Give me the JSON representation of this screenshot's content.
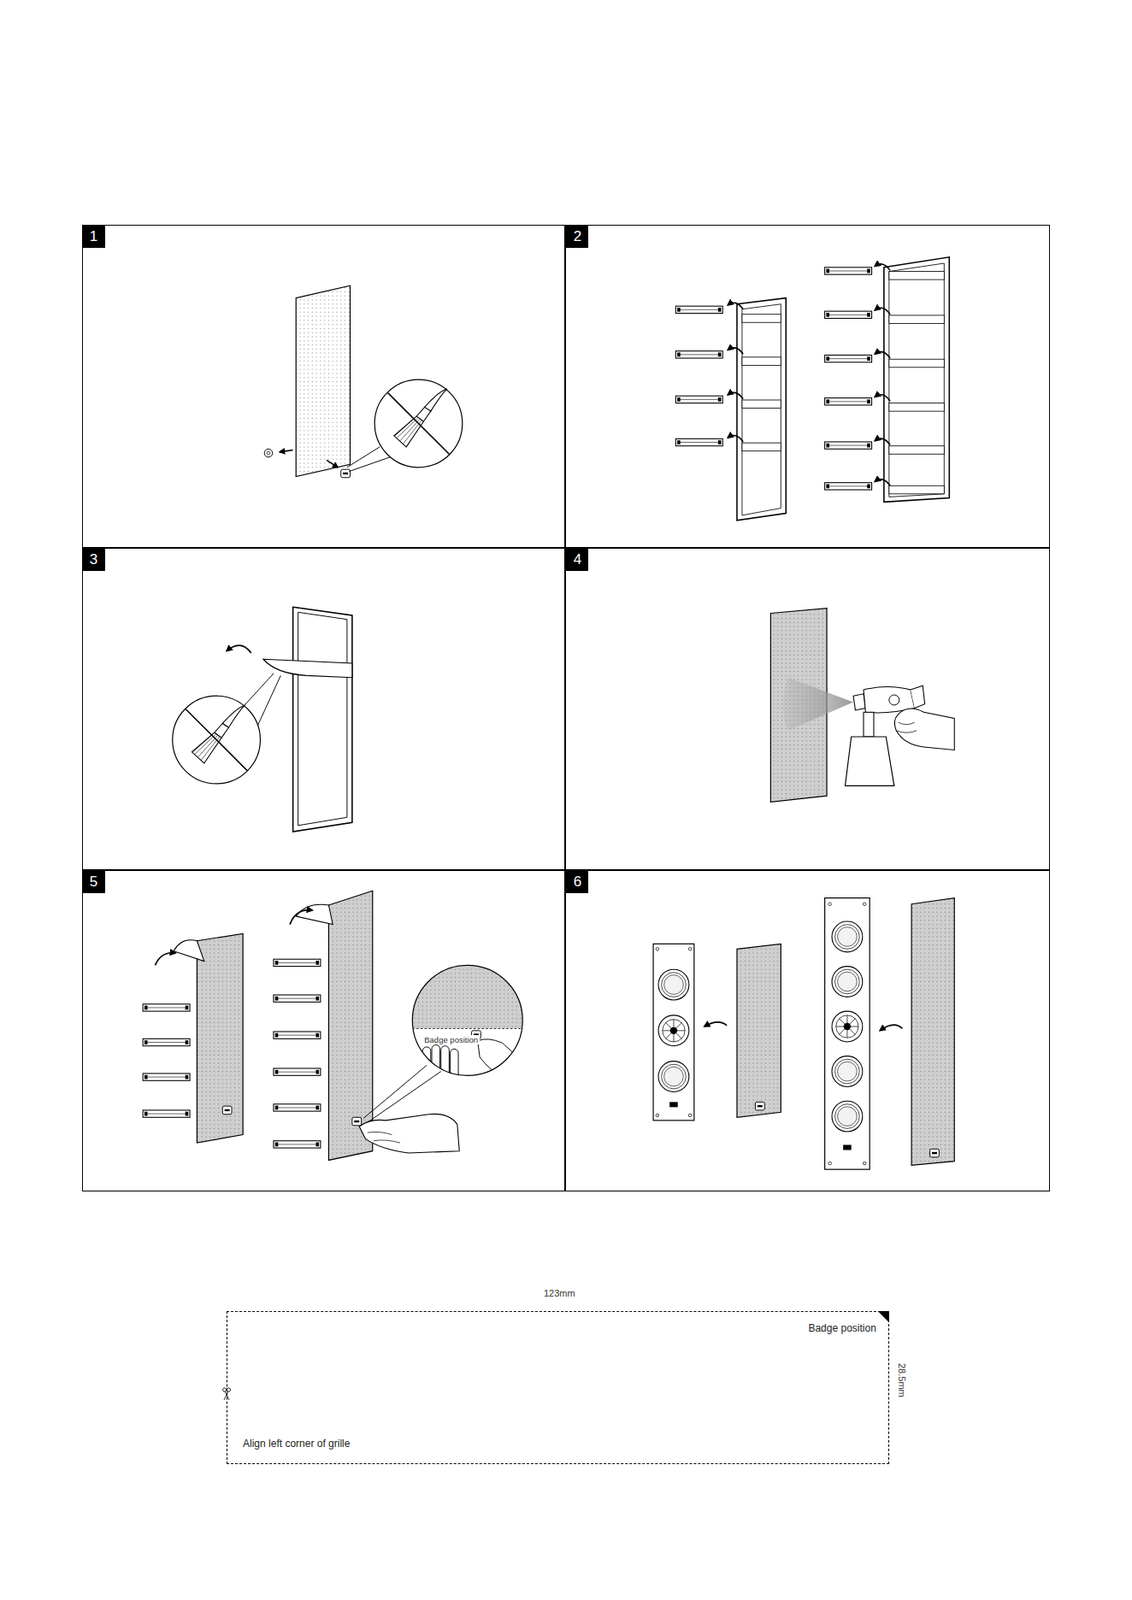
{
  "diagram": {
    "nodes": [
      {
        "text": [
          "1"
        ]
      },
      {
        "text": [
          "2"
        ]
      },
      {
        "text": [
          "3"
        ]
      },
      {
        "text": [
          "4"
        ]
      },
      {
        "text": [
          "5"
        ]
      },
      {
        "text": [
          "6"
        ]
      },
      {
        "text": [
          "Badge position",
          "Align left corner of grille"
        ]
      }
    ],
    "labels": [
      "Badge position",
      "123mm",
      "28.5mm"
    ]
  }
}
